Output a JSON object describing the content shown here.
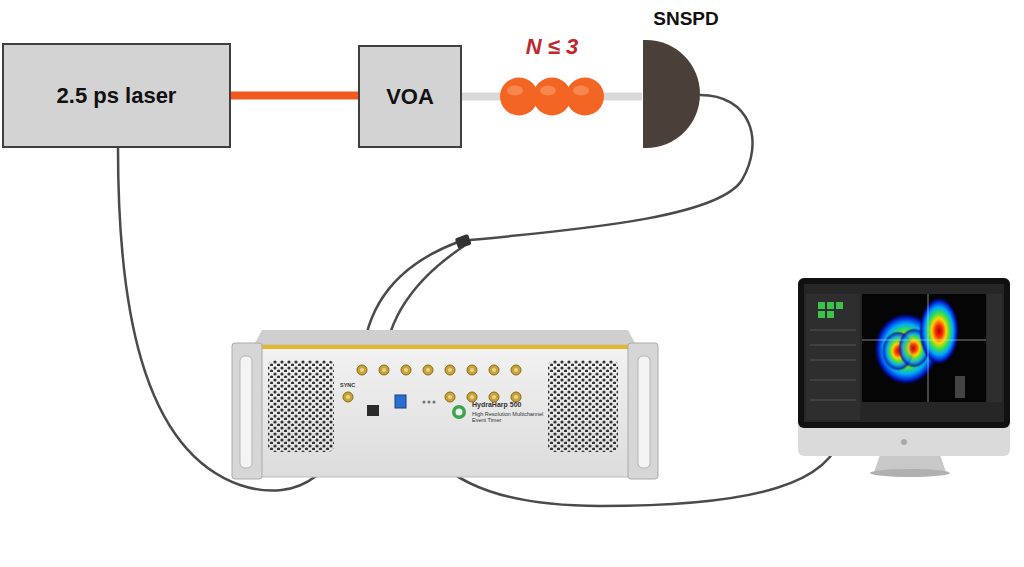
{
  "diagram": {
    "nodes": [
      {
        "text": [
          "2.5 ps laser"
        ]
      },
      {
        "text": [
          "VOA"
        ]
      },
      {
        "text": [
          "SNSPD"
        ]
      }
    ],
    "edges": [
      {
        "from": 0,
        "to": 1,
        "arrow": "none"
      },
      {
        "from": 1,
        "to": 2,
        "arrow": "none",
        "label": "N ≤ 3"
      }
    ],
    "labels": [
      "SYNC",
      "HydraHarp 500",
      "High Resolution Multichannel Event Timer"
    ]
  }
}
